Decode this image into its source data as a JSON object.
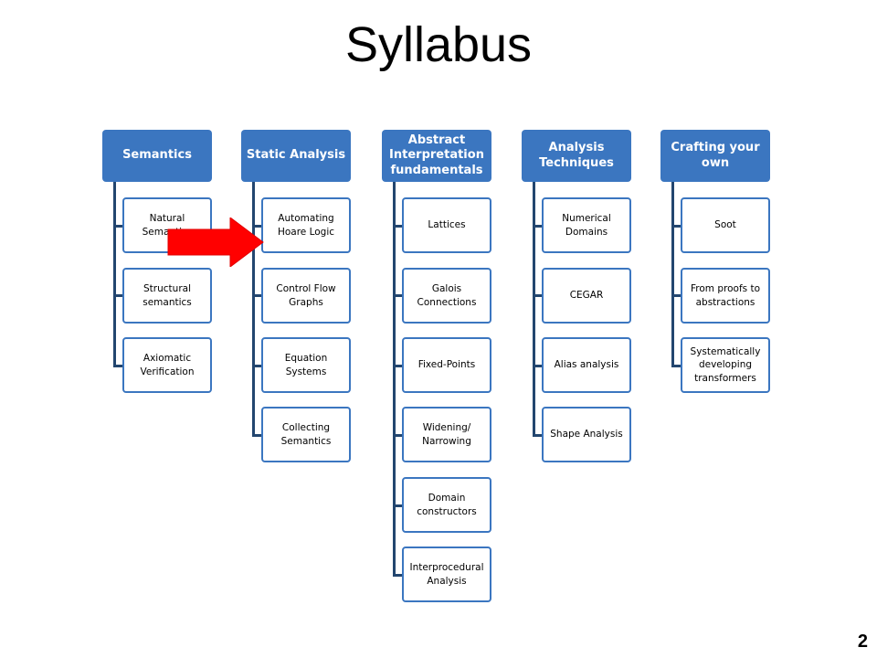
{
  "title": "Syllabus",
  "page_number": "2",
  "colors": {
    "header_fill": "#3b76c0",
    "connector": "#23466f",
    "item_border": "#3b76c0",
    "arrow_fill": "#ff0000"
  },
  "columns": [
    {
      "header": "Semantics",
      "items": [
        "Natural Semantics",
        "Structural semantics",
        "Axiomatic Verification"
      ]
    },
    {
      "header": "Static Analysis",
      "items": [
        "Automating Hoare Logic",
        "Control Flow Graphs",
        "Equation Systems",
        "Collecting Semantics"
      ]
    },
    {
      "header": "Abstract Interpretation fundamentals",
      "items": [
        "Lattices",
        "Galois Connections",
        "Fixed-Points",
        "Widening/ Narrowing",
        "Domain constructors",
        "Interprocedural Analysis"
      ]
    },
    {
      "header": "Analysis Techniques",
      "items": [
        "Numerical Domains",
        "CEGAR",
        "Alias analysis",
        "Shape Analysis"
      ]
    },
    {
      "header": "Crafting your own",
      "items": [
        "Soot",
        "From proofs to abstractions",
        "Systematically developing transformers"
      ]
    }
  ],
  "pointer_arrow": {
    "icon": "right-arrow-icon",
    "points_to": "Automating Hoare Logic"
  }
}
